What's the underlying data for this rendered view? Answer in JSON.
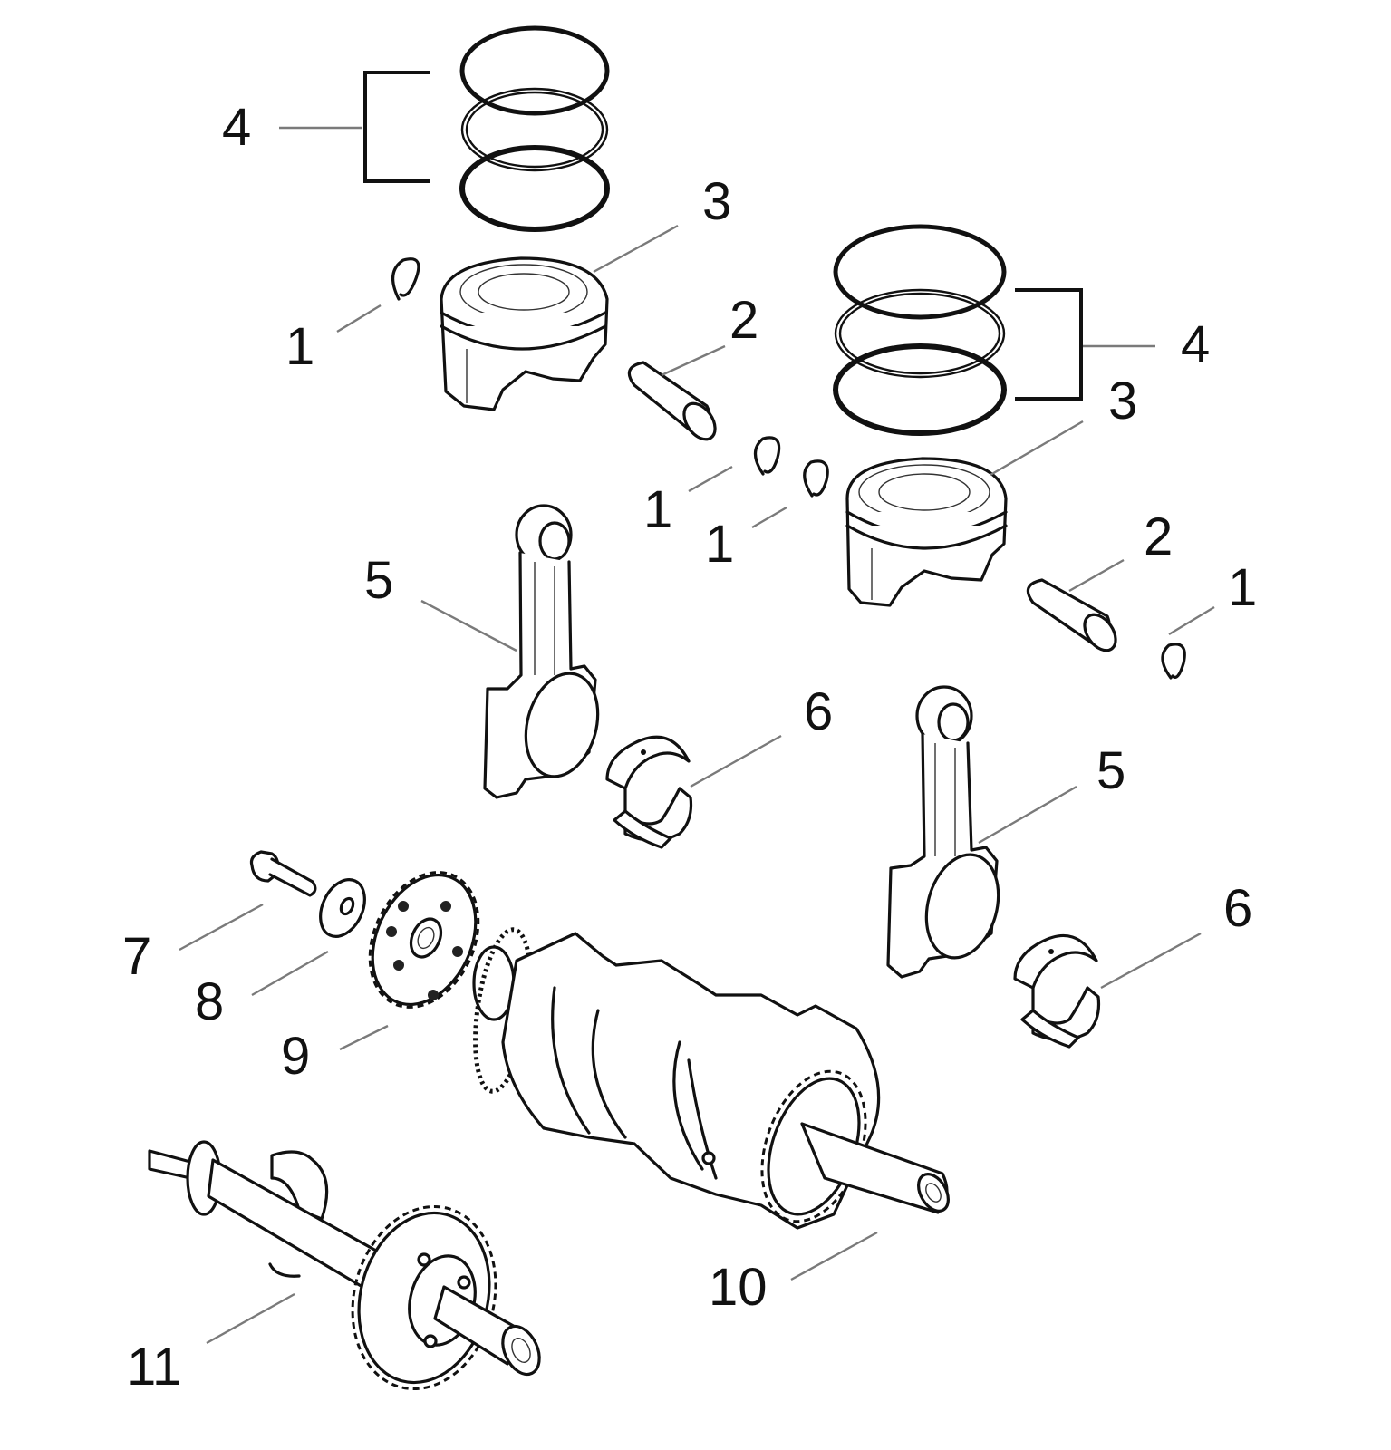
{
  "diagram": {
    "type": "exploded-parts-view",
    "colors": {
      "ink": "#111111",
      "leader": "#7a7a7a",
      "background": "#ffffff"
    },
    "callouts": [
      {
        "id": "c4a",
        "number": "4",
        "part": "piston-ring-set"
      },
      {
        "id": "c3a",
        "number": "3",
        "part": "piston"
      },
      {
        "id": "c1a",
        "number": "1",
        "part": "circlip"
      },
      {
        "id": "c2a",
        "number": "2",
        "part": "piston-pin"
      },
      {
        "id": "c4b",
        "number": "4",
        "part": "piston-ring-set"
      },
      {
        "id": "c3b",
        "number": "3",
        "part": "piston"
      },
      {
        "id": "c1b",
        "number": "1",
        "part": "circlip"
      },
      {
        "id": "c1c",
        "number": "1",
        "part": "circlip"
      },
      {
        "id": "c2b",
        "number": "2",
        "part": "piston-pin"
      },
      {
        "id": "c1d",
        "number": "1",
        "part": "circlip"
      },
      {
        "id": "c5a",
        "number": "5",
        "part": "connecting-rod"
      },
      {
        "id": "c6a",
        "number": "6",
        "part": "bearing-shell"
      },
      {
        "id": "c5b",
        "number": "5",
        "part": "connecting-rod"
      },
      {
        "id": "c6b",
        "number": "6",
        "part": "bearing-shell"
      },
      {
        "id": "c7",
        "number": "7",
        "part": "bolt"
      },
      {
        "id": "c8",
        "number": "8",
        "part": "washer"
      },
      {
        "id": "c9",
        "number": "9",
        "part": "sprocket"
      },
      {
        "id": "c10",
        "number": "10",
        "part": "crankshaft"
      },
      {
        "id": "c11",
        "number": "11",
        "part": "balancer-shaft"
      }
    ]
  }
}
